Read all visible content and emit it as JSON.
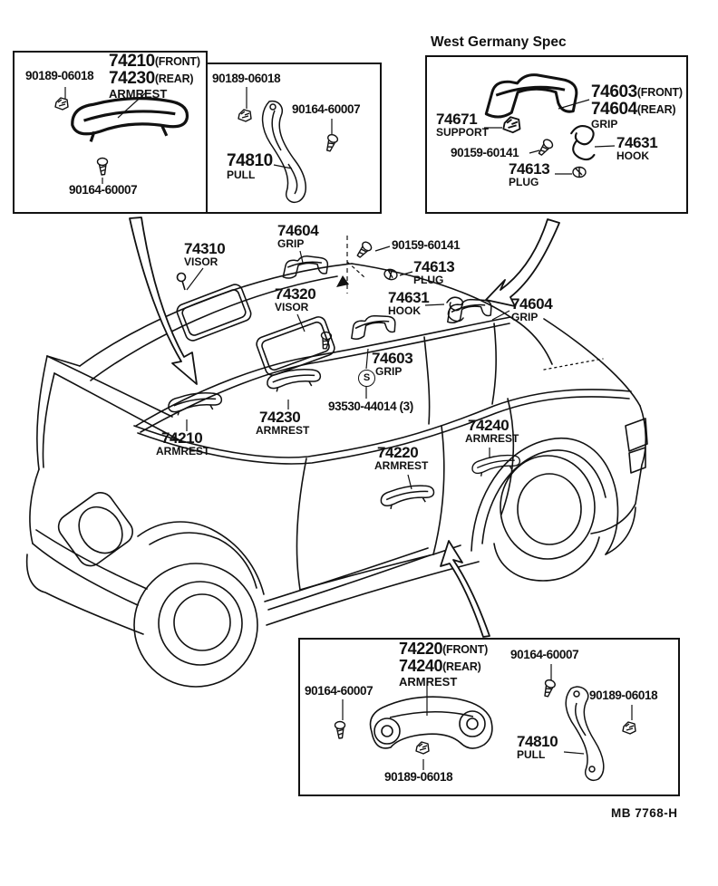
{
  "page": {
    "footer_code": "MB  7768-H",
    "s_marker": "S"
  },
  "inset_boxes": {
    "front_armrest": {
      "clip": "90189-06018",
      "num_front": "74210",
      "tag_front": "(FRONT)",
      "num_rear": "74230",
      "tag_rear": "(REAR)",
      "part_name": "ARMREST",
      "screw": "90164-60007"
    },
    "pull_handle_top": {
      "clip": "90189-06018",
      "screw": "90164-60007",
      "num": "74810",
      "part_name": "PULL"
    },
    "west_germany": {
      "title": "West Germany Spec",
      "num_front": "74603",
      "tag_front": "(FRONT)",
      "num_rear": "74604",
      "tag_rear": "(REAR)",
      "part_name": "GRIP",
      "support_num": "74671",
      "support_name": "SUPPORT",
      "screw": "90159-60141",
      "plug_num": "74613",
      "plug_name": "PLUG",
      "hook_num": "74631",
      "hook_name": "HOOK"
    },
    "rear_armrest": {
      "num_front": "74220",
      "tag_front": "(FRONT)",
      "num_rear": "74240",
      "tag_rear": "(REAR)",
      "part_name": "ARMREST",
      "screw_left": "90164-60007",
      "clip_bottom": "90189-06018",
      "screw_right": "90164-60007",
      "clip_right": "90189-06018",
      "pull_num": "74810",
      "pull_name": "PULL"
    }
  },
  "callouts": {
    "visor_front": {
      "num": "74310",
      "name": "VISOR"
    },
    "visor_rear": {
      "num": "74320",
      "name": "VISOR"
    },
    "grip_roof_front": {
      "num": "74604",
      "name": "GRIP"
    },
    "roof_screw": "90159-60141",
    "plug": {
      "num": "74613",
      "name": "PLUG"
    },
    "hook": {
      "num": "74631",
      "name": "HOOK"
    },
    "grip_roof_rear": {
      "num": "74604",
      "name": "GRIP"
    },
    "grip_center": {
      "num": "74603",
      "name": "GRIP"
    },
    "screw_grommet": "93530-44014 (3)",
    "armrest_front_left": {
      "num": "74210",
      "name": "ARMREST"
    },
    "armrest_front_upper": {
      "num": "74230",
      "name": "ARMREST"
    },
    "armrest_front_door": {
      "num": "74220",
      "name": "ARMREST"
    },
    "armrest_rear_door": {
      "num": "74240",
      "name": "ARMREST"
    }
  }
}
